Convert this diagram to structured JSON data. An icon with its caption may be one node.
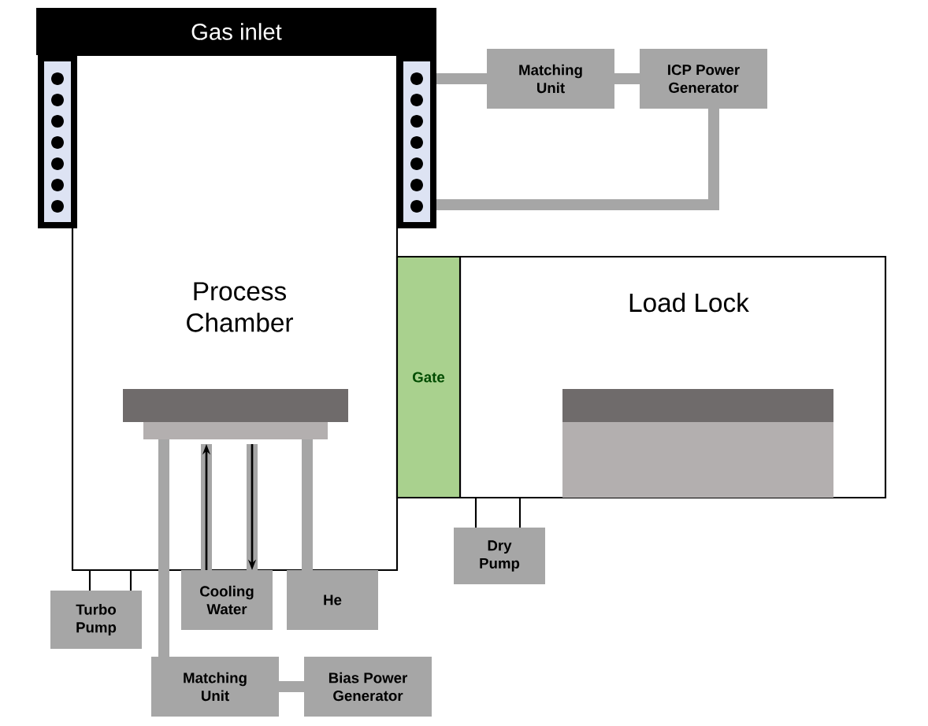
{
  "diagram": {
    "nodes": [
      {
        "text": [
          "Gas inlet"
        ]
      },
      {
        "text": [
          "Process Chamber"
        ]
      },
      {
        "text": [],
        "shape": "coil"
      },
      {
        "text": [],
        "shape": "coil"
      },
      {
        "text": [
          "Matching Unit"
        ]
      },
      {
        "text": [
          "ICP Power Generator"
        ]
      },
      {
        "text": [
          "Load Lock"
        ]
      },
      {
        "text": [
          "Gate"
        ]
      },
      {
        "text": [
          "Dry Pump"
        ]
      },
      {
        "text": [
          "Turbo Pump"
        ]
      },
      {
        "text": [
          "Cooling Water"
        ]
      },
      {
        "text": [
          "He"
        ]
      },
      {
        "text": [
          "Matching Unit"
        ]
      },
      {
        "text": [
          "Bias Power Generator"
        ]
      },
      {
        "text": [],
        "shape": "bar",
        "in": 1
      }
    ],
    "edges": [
      {
        "from": 3,
        "to": 4,
        "arrow": "none"
      },
      {
        "from": 4,
        "to": 5,
        "arrow": "none"
      },
      {
        "from": 5,
        "to": 3,
        "arrow": "none"
      },
      {
        "from": 14,
        "to": 12,
        "arrow": "none"
      },
      {
        "from": 10,
        "to": 14,
        "arrow": "to"
      },
      {
        "from": 14,
        "to": 10,
        "arrow": "to"
      },
      {
        "from": 14,
        "to": 11,
        "arrow": "none"
      },
      {
        "from": 12,
        "to": 13,
        "arrow": "none"
      },
      {
        "from": 1,
        "to": 9,
        "arrow": "none",
        "color": "#000000"
      },
      {
        "from": 6,
        "to": 8,
        "arrow": "none",
        "color": "#000000"
      }
    ]
  }
}
